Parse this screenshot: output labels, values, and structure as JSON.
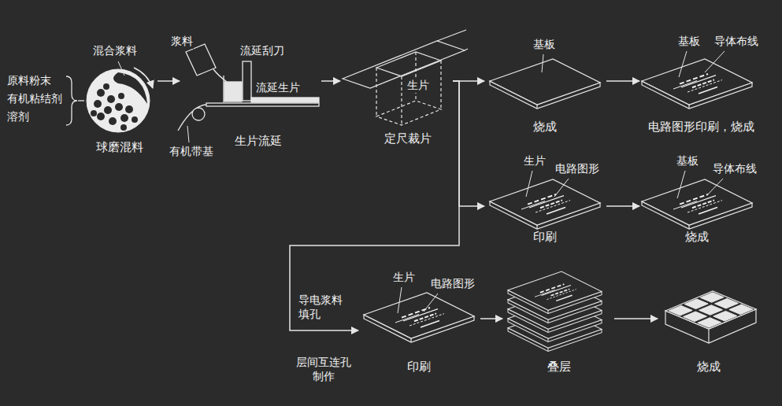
{
  "diagram": {
    "nodes": [
      {
        "text": [
          "球磨混料"
        ]
      },
      {
        "text": [
          "生片流延"
        ]
      },
      {
        "text": [
          "定尺裁片"
        ]
      },
      {
        "text": [
          "烧成"
        ]
      },
      {
        "text": [
          "电路图形印刷，烧成"
        ]
      },
      {
        "text": [
          "印刷"
        ]
      },
      {
        "text": [
          "烧成"
        ]
      },
      {
        "text": [
          "印刷"
        ]
      },
      {
        "text": [
          "叠层"
        ]
      },
      {
        "text": [
          "烧成"
        ]
      }
    ],
    "edges": [
      {
        "from": 0,
        "to": 1,
        "arrow": "to"
      },
      {
        "from": 1,
        "to": 2,
        "arrow": "to"
      },
      {
        "from": 2,
        "to": 3,
        "arrow": "to"
      },
      {
        "from": 3,
        "to": 4,
        "arrow": "to"
      },
      {
        "from": 2,
        "to": 5,
        "arrow": "to"
      },
      {
        "from": 5,
        "to": 6,
        "arrow": "to"
      },
      {
        "from": 2,
        "to": 7,
        "label": "导电浆料 填孔",
        "arrow": "to"
      },
      {
        "from": 7,
        "to": 8,
        "arrow": "to"
      },
      {
        "from": 8,
        "to": 9,
        "arrow": "to"
      }
    ],
    "labels": [
      "混合浆料",
      "原料粉末",
      "有机粘结剂",
      "溶剂",
      "浆料",
      "流延刮刀",
      "流延生片",
      "有机带基",
      "生片",
      "基板",
      "基板",
      "导体布线",
      "生片",
      "电路图形",
      "基板",
      "导体布线",
      "生片",
      "电路图形",
      "层间互连孔 制作"
    ]
  }
}
